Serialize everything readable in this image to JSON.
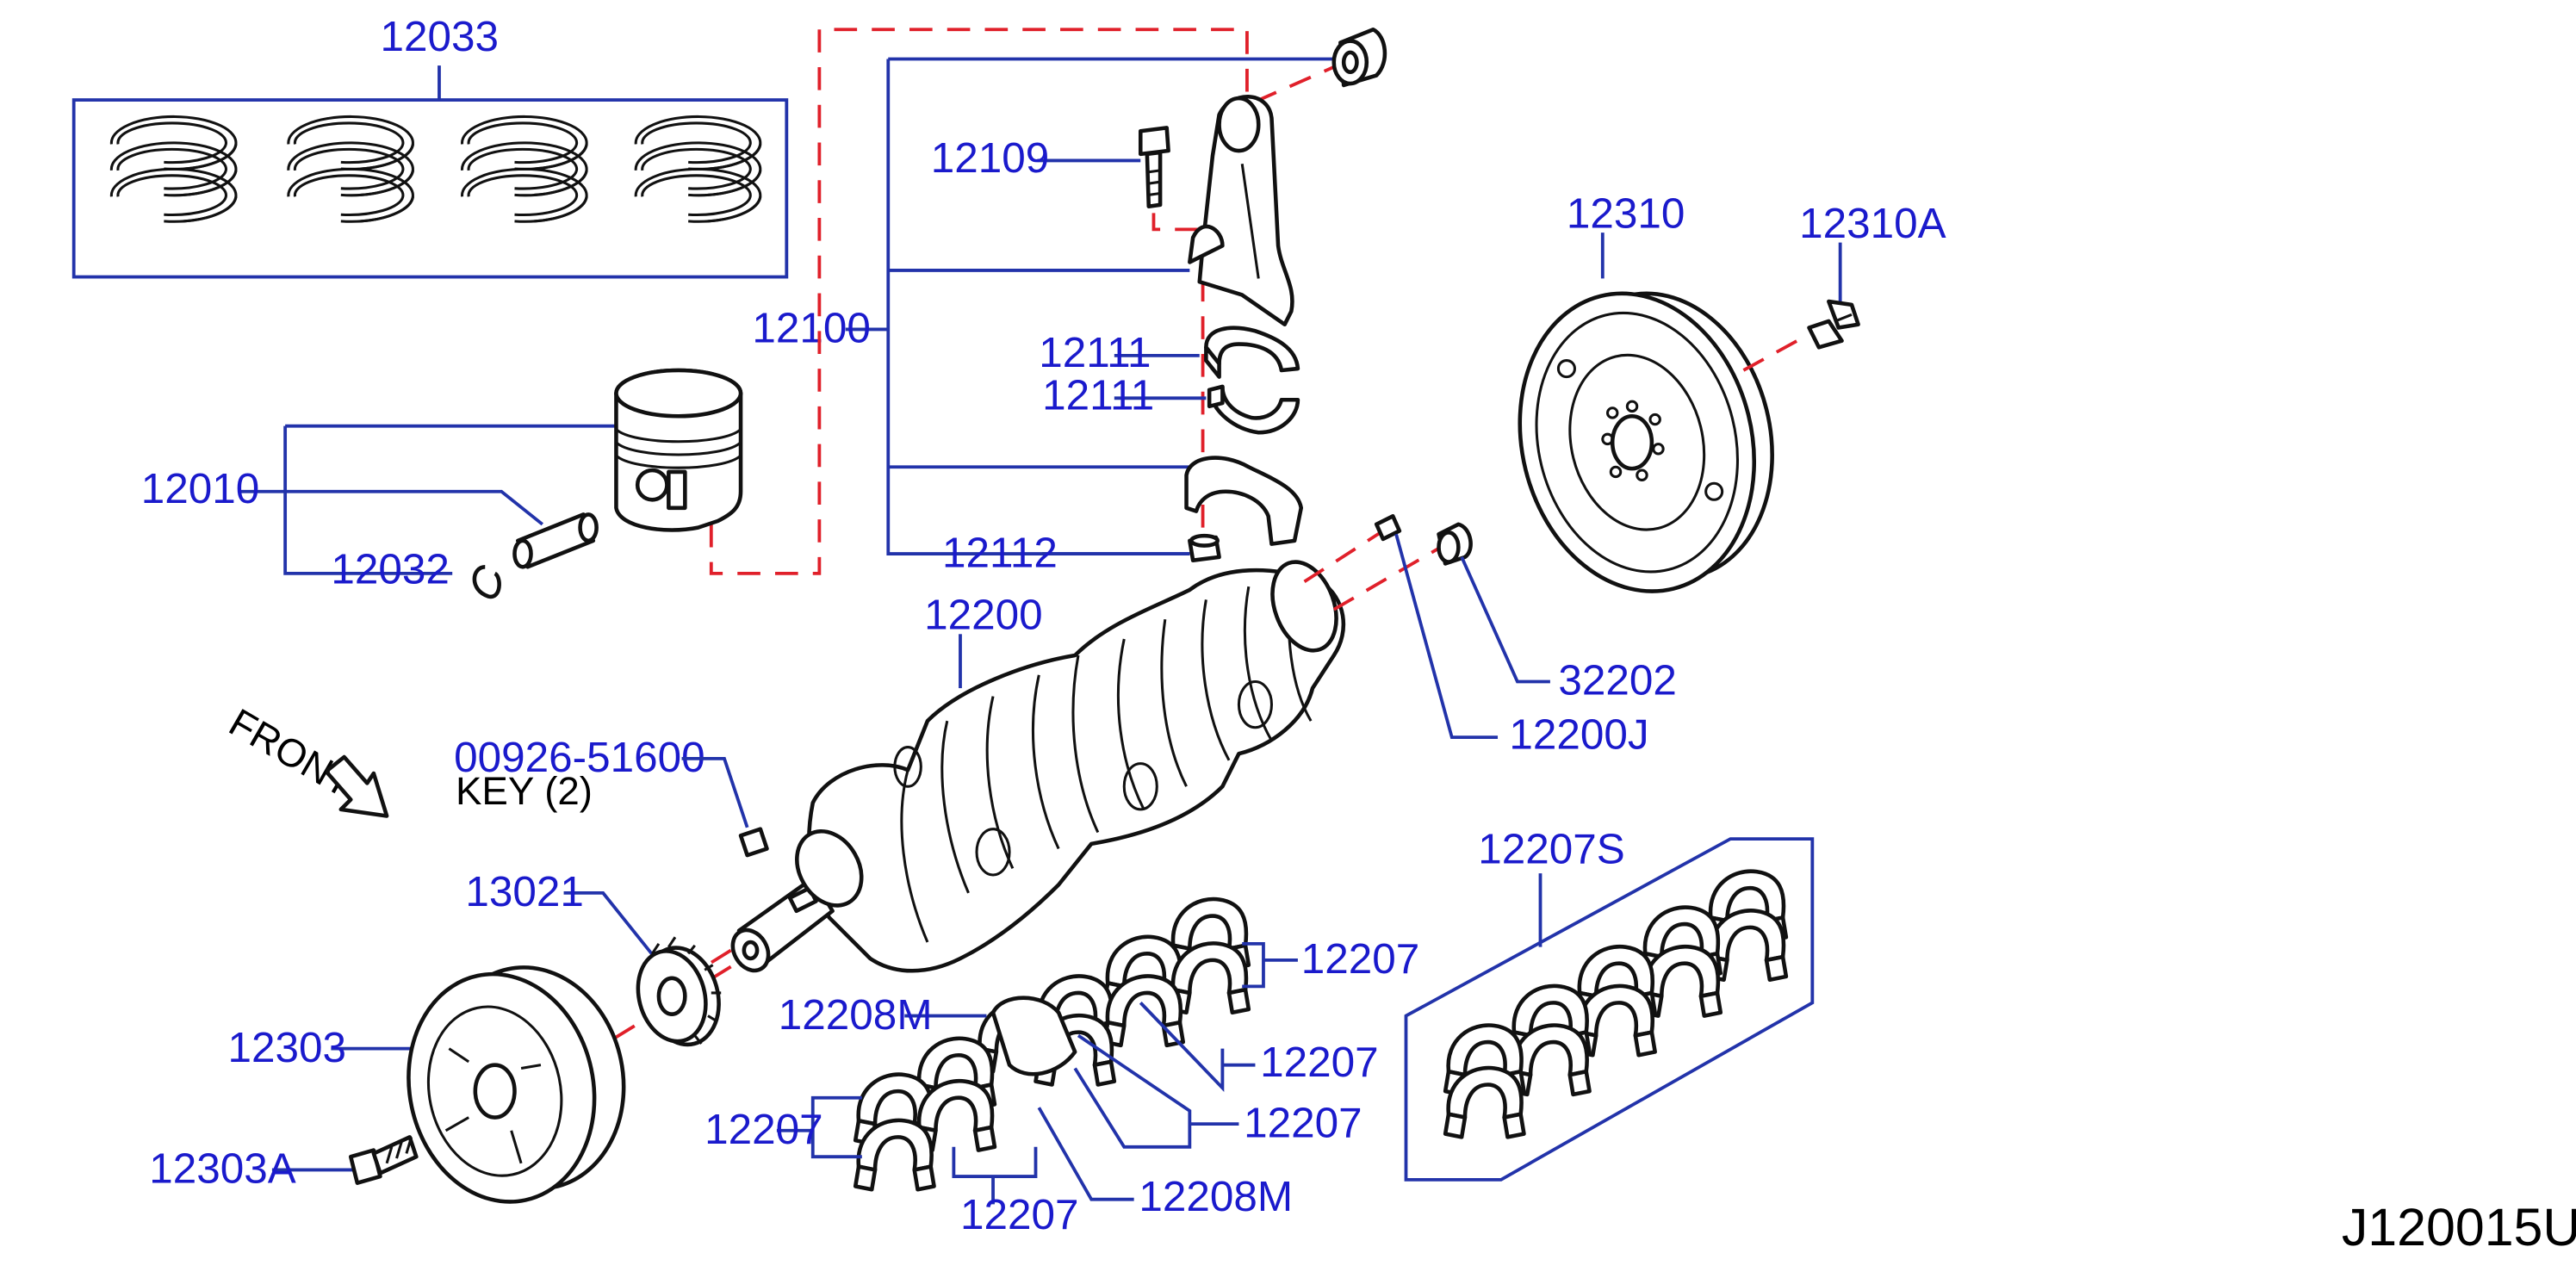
{
  "diagram_code": "J120015U",
  "front_label": "FRONT",
  "parts": {
    "piston_ring_set": "12033",
    "rod_assembly": "12100",
    "rod_bolt": "12109",
    "rod_bearing_upper": "12111",
    "rod_bearing_lower": "12111",
    "rod_nut": "12112",
    "piston": "12010",
    "snap_ring": "12032",
    "flywheel": "12310",
    "flywheel_bolt": "12310A",
    "crankshaft": "12200",
    "pilot_bushing": "32202",
    "dowel_pin": "12200J",
    "key_part_no": "00926-51600",
    "key_desc": "KEY  (2)",
    "sprocket": "13021",
    "pulley": "12303",
    "pulley_bolt": "12303A",
    "main_bearing_set": "12207S",
    "main_bearing_a": "12207",
    "main_bearing_b": "12207",
    "main_bearing_c": "12207",
    "main_bearing_d": "12207",
    "main_bearing_e": "12207",
    "thrust_bearing_upper": "12208M",
    "thrust_bearing_lower": "12208M"
  }
}
